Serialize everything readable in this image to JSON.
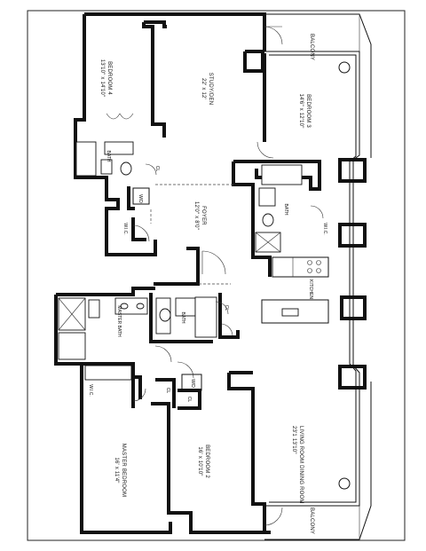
{
  "rooms": {
    "balcony_top": {
      "name": "BALCONY"
    },
    "bedroom4": {
      "name": "BEDROOM 4",
      "size": "13'10\" x 14'10\""
    },
    "study": {
      "name": "STUDY/DEN",
      "size": "22' x 12'"
    },
    "bedroom3": {
      "name": "BEDROOM 3",
      "size": "14'6\" x 12'10\""
    },
    "bath_b4": {
      "name": "BATH"
    },
    "cl_b4": {
      "name": "CL"
    },
    "wd_top": {
      "name": "W/D"
    },
    "wic_top": {
      "name": "W.I.C."
    },
    "foyer": {
      "name": "FOYER",
      "size": "12'0\" x 8'0\""
    },
    "bath_b3": {
      "name": "BATH"
    },
    "wic_b3": {
      "name": "W.I.C."
    },
    "kitchen": {
      "name": "KITCHEN"
    },
    "master_bath": {
      "name": "MASTER BATH"
    },
    "bath_mid": {
      "name": "BATH"
    },
    "cl_mid": {
      "name": "CL"
    },
    "wic_master": {
      "name": "W.I.C."
    },
    "wd_bottom": {
      "name": "W/D"
    },
    "cl_b2a": {
      "name": "CL"
    },
    "cl_b2b": {
      "name": "CL"
    },
    "living": {
      "name": "LIVING ROOM DINING ROOM",
      "size": "23'1 13'10\""
    },
    "master_bedroom": {
      "name": "MASTER BEDROOM",
      "size": "16' x 11'4\""
    },
    "bedroom2": {
      "name": "BEDROOM 2",
      "size": "16' x 10'10\""
    },
    "balcony_bottom": {
      "name": "BALCONY"
    }
  }
}
